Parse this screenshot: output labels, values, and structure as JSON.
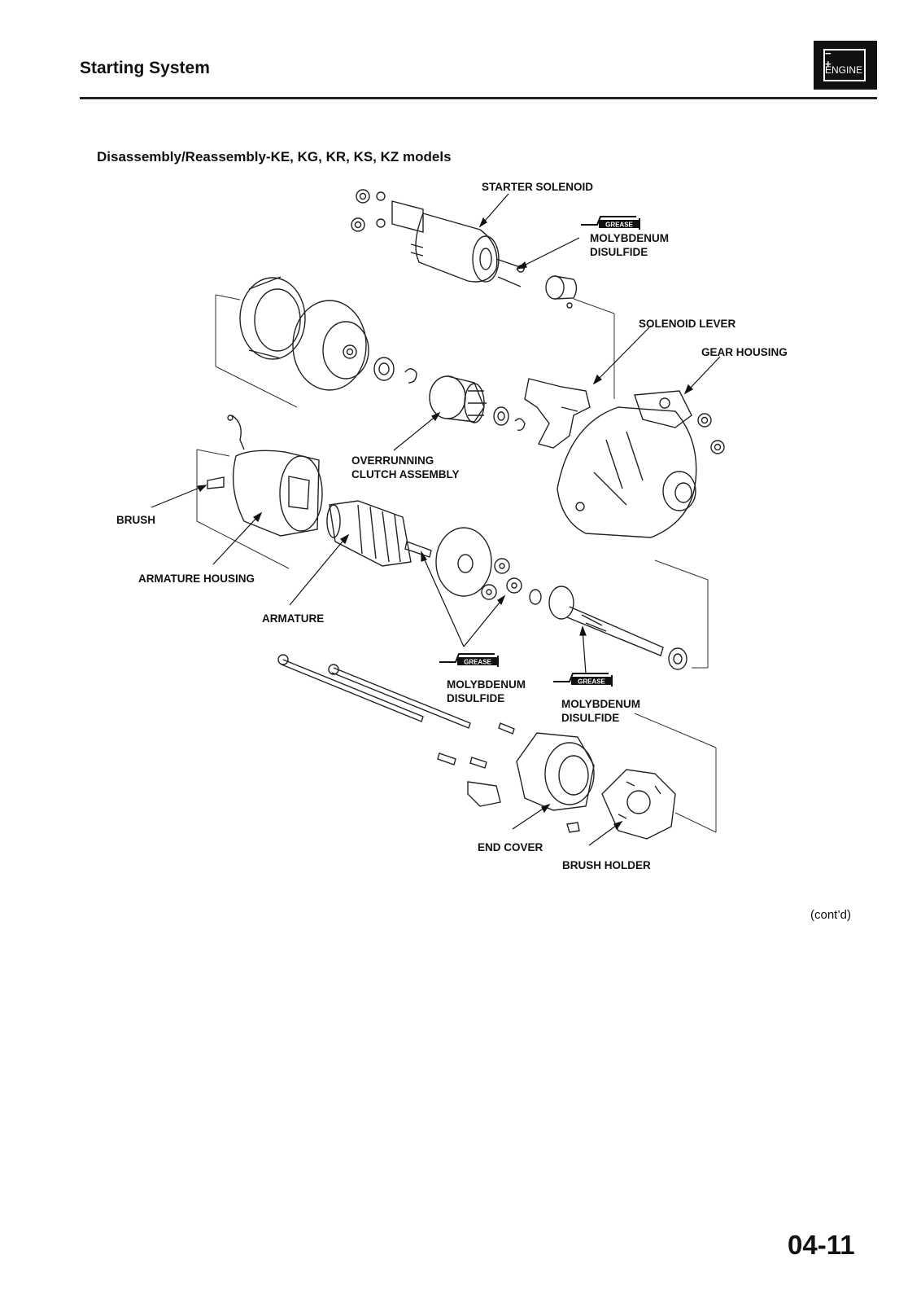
{
  "header": {
    "title": "Starting System",
    "badge": {
      "terminals": "− +",
      "label": "ENGINE",
      "icon": "battery-icon"
    }
  },
  "section": {
    "heading": "Disassembly/Reassembly-KE, KG, KR, KS, KZ models"
  },
  "labels": {
    "starter_solenoid": "STARTER SOLENOID",
    "moly_top_1": "MOLYBDENUM",
    "moly_top_2": "DISULFIDE",
    "solenoid_lever": "SOLENOID LEVER",
    "gear_housing": "GEAR HOUSING",
    "overrunning_1": "OVERRUNNING",
    "overrunning_2": "CLUTCH ASSEMBLY",
    "brush": "BRUSH",
    "armature_housing": "ARMATURE HOUSING",
    "armature": "ARMATURE",
    "moly_mid_1": "MOLYBDENUM",
    "moly_mid_2": "DISULFIDE",
    "moly_right_1": "MOLYBDENUM",
    "moly_right_2": "DISULFIDE",
    "end_cover": "END COVER",
    "brush_holder": "BRUSH HOLDER"
  },
  "grease_label": "GREASE",
  "footer": {
    "contd": "(cont’d)",
    "page_number": "04-11"
  }
}
